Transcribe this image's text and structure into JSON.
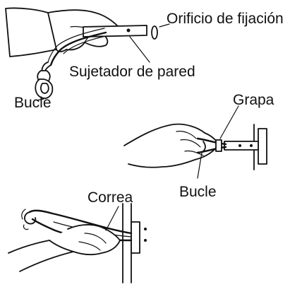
{
  "figure": {
    "labels": {
      "fixing_hole": "Orificio de fijación",
      "wall_fastener": "Sujetador de pared",
      "loop_top": "Bucle",
      "clip": "Grapa",
      "loop_middle": "Bucle",
      "strap": "Correa"
    }
  }
}
